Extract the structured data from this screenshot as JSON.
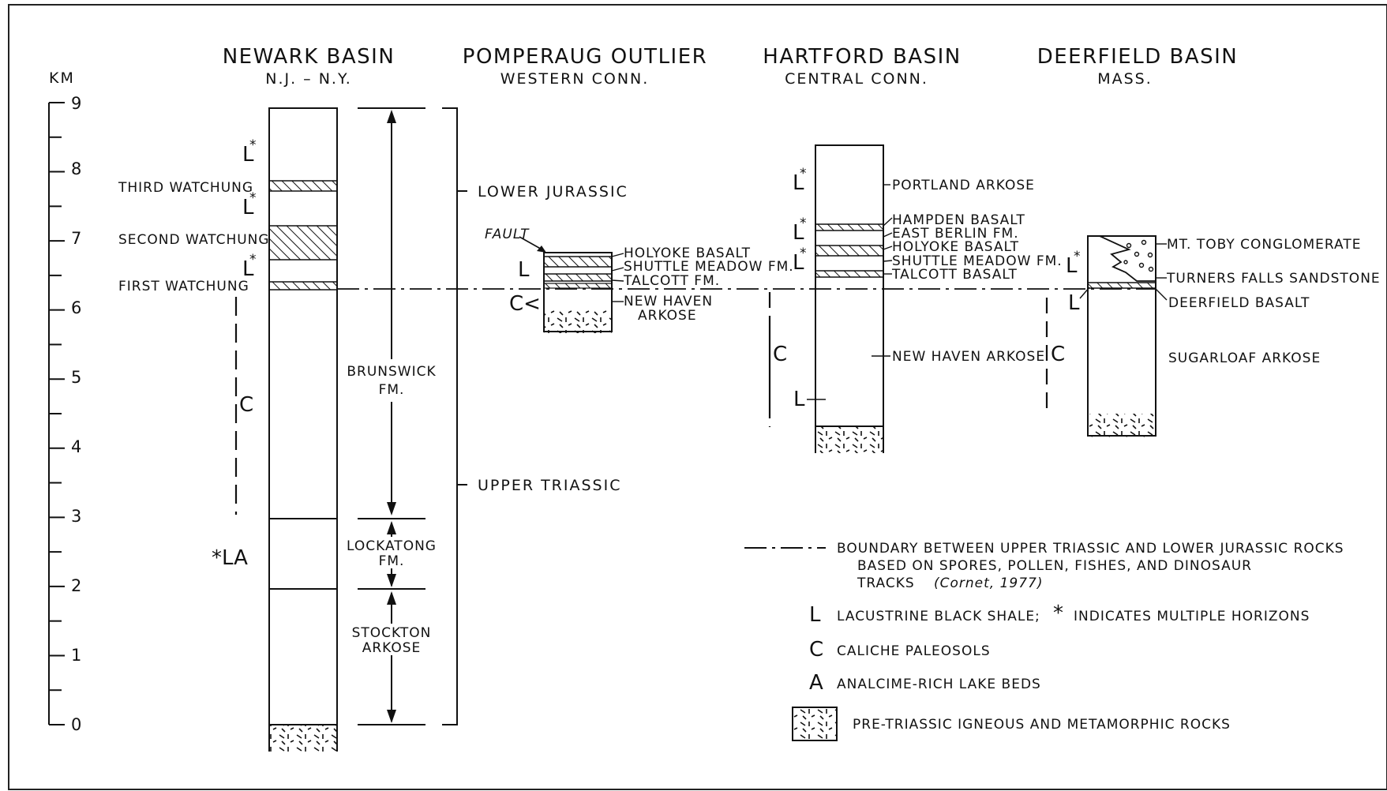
{
  "scale": {
    "unit": "KM",
    "ticks": [
      "0",
      "1",
      "2",
      "3",
      "4",
      "5",
      "6",
      "7",
      "8",
      "9"
    ]
  },
  "basins": {
    "newark": {
      "title": "NEWARK BASIN",
      "subtitle": "N.J. – N.Y.",
      "basalts": [
        "THIRD WATCHUNG",
        "SECOND WATCHUNG",
        "FIRST WATCHUNG"
      ],
      "formations": [
        "BRUNSWICK",
        "FM.",
        "LOCKATONG",
        "FM.",
        "STOCKTON",
        "ARKOSE"
      ],
      "ages": [
        "LOWER JURASSIC",
        "UPPER TRIASSIC"
      ],
      "markers": {
        "L": "L",
        "star": "*",
        "C": "C",
        "LA": "*LA"
      }
    },
    "pomperaug": {
      "title": "POMPERAUG OUTLIER",
      "subtitle": "WESTERN CONN.",
      "fault": "FAULT",
      "units": [
        "HOLYOKE BASALT",
        "SHUTTLE MEADOW FM.",
        "TALCOTT FM.",
        "NEW HAVEN",
        "ARKOSE"
      ],
      "markers": {
        "L": "L",
        "C": "C<"
      }
    },
    "hartford": {
      "title": "HARTFORD BASIN",
      "subtitle": "CENTRAL CONN.",
      "units": [
        "PORTLAND ARKOSE",
        "HAMPDEN BASALT",
        "EAST BERLIN FM.",
        "HOLYOKE BASALT",
        "SHUTTLE MEADOW FM.",
        "TALCOTT BASALT",
        "NEW HAVEN ARKOSE"
      ],
      "markers": {
        "L": "L",
        "star": "*",
        "C": "C"
      }
    },
    "deerfield": {
      "title": "DEERFIELD BASIN",
      "subtitle": "MASS.",
      "units": [
        "MT. TOBY CONGLOMERATE",
        "TURNERS FALLS SANDSTONE",
        "DEERFIELD BASALT",
        "SUGARLOAF ARKOSE"
      ],
      "markers": {
        "L": "L",
        "star": "*",
        "C": "C"
      }
    }
  },
  "legend": {
    "boundary": [
      "BOUNDARY BETWEEN UPPER TRIASSIC AND LOWER JURASSIC ROCKS",
      "BASED ON SPORES, POLLEN, FISHES, AND DINOSAUR",
      "TRACKS"
    ],
    "citation": "(Cornet, 1977)",
    "L_symbol": "L",
    "L_text": "LACUSTRINE BLACK SHALE;",
    "L_star": "*",
    "L_star_text": "INDICATES MULTIPLE HORIZONS",
    "C_symbol": "C",
    "C_text": "CALICHE PALEOSOLS",
    "A_symbol": "A",
    "A_text": "ANALCIME-RICH LAKE BEDS",
    "rock_text": "PRE-TRIASSIC IGNEOUS AND METAMORPHIC ROCKS"
  }
}
